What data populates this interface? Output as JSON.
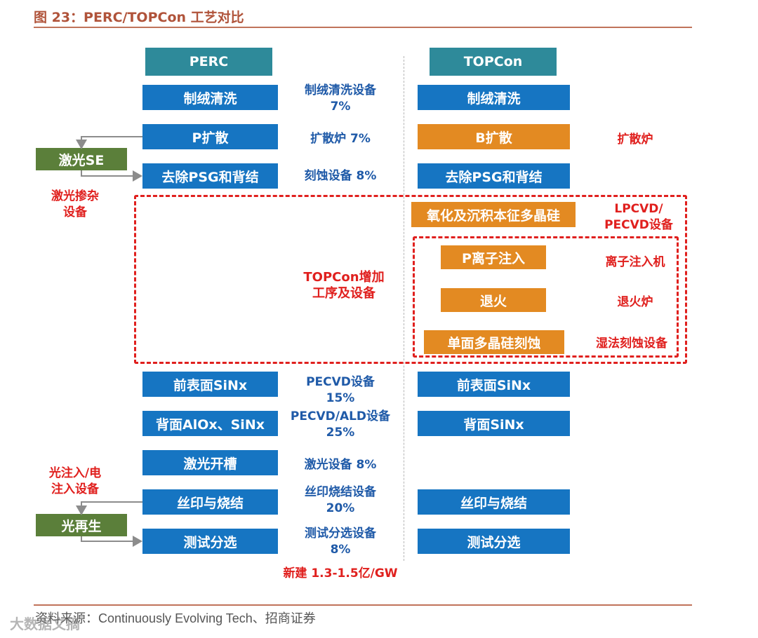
{
  "figure_title": "图 23：PERC/TOPCon 工艺对比",
  "columns": {
    "perc": "PERC",
    "topcon": "TOPCon"
  },
  "perc_steps": [
    "制绒清洗",
    "P扩散",
    "去除PSG和背结",
    "前表面SiNx",
    "背面AlOx、SiNx",
    "激光开槽",
    "丝印与烧结",
    "测试分选"
  ],
  "equipment": [
    {
      "line1": "制绒清洗设备",
      "line2": "7%"
    },
    {
      "line1": "扩散炉 7%"
    },
    {
      "line1": "刻蚀设备 8%"
    },
    {
      "line1": "PECVD设备",
      "line2": "15%"
    },
    {
      "line1": "PECVD/ALD设备",
      "line2": "25%"
    },
    {
      "line1": "激光设备 8%"
    },
    {
      "line1": "丝印烧结设备",
      "line2": "20%"
    },
    {
      "line1": "测试分选设备",
      "line2": "8%"
    }
  ],
  "new_investment": "新建 1.3-1.5亿/GW",
  "side_boxes": {
    "laser_se": "激光SE",
    "light_regen": "光再生"
  },
  "side_labels": {
    "laser_doping_1": "激光掺杂",
    "laser_doping_2": "设备",
    "light_inject_1": "光注入/电",
    "light_inject_2": "注入设备"
  },
  "topcon_steps": {
    "texturing": "制绒清洗",
    "b_diffusion": "B扩散",
    "psg": "去除PSG和背结",
    "oxidation": "氧化及沉积本征多晶硅",
    "p_implant": "P离子注入",
    "anneal": "退火",
    "poly_etch": "单面多晶硅刻蚀",
    "front_sinx": "前表面SiNx",
    "rear_sinx": "背面SiNx",
    "print_fire": "丝印与烧结",
    "test_sort": "测试分选"
  },
  "topcon_equipment": {
    "diffusion_furnace": "扩散炉",
    "lpcvd_1": "LPCVD/",
    "lpcvd_2": "PECVD设备",
    "implanter": "离子注入机",
    "anneal_furnace": "退火炉",
    "wet_etch": "湿法刻蚀设备"
  },
  "topcon_added": {
    "line1": "TOPCon增加",
    "line2": "工序及设备"
  },
  "source": "资料来源：Continuously Evolving Tech、招商证券",
  "watermark": "大数据文摘",
  "colors": {
    "header": "#2e8a9a",
    "blue": "#1675c2",
    "orange": "#e38a22",
    "green": "#5b7f3a",
    "red": "#e0201e"
  }
}
